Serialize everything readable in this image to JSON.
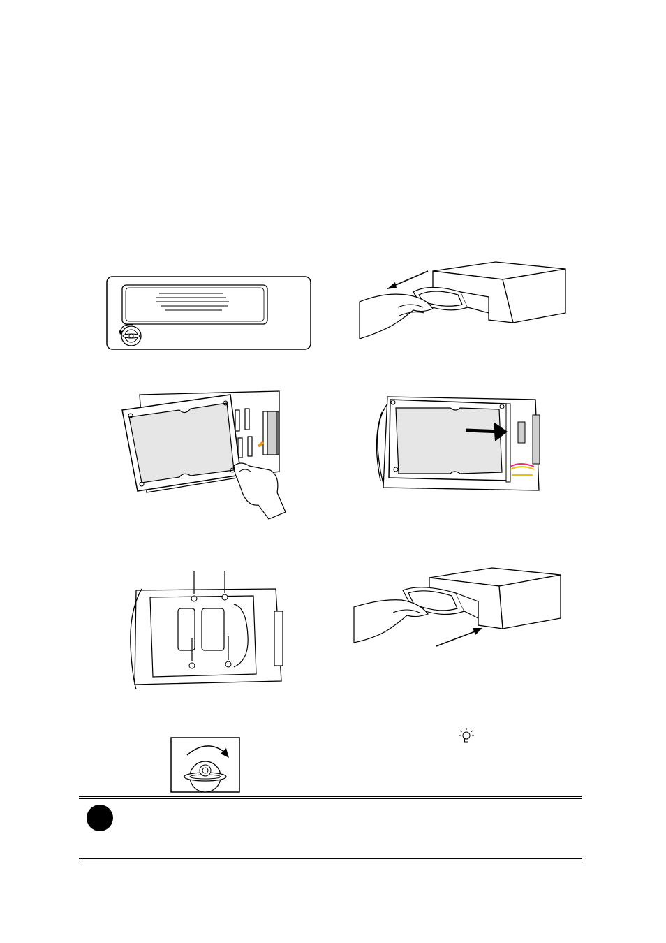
{
  "page": {
    "figures": [
      {
        "name": "step1-front-panel-lock",
        "icon": "key-lock-icon"
      },
      {
        "name": "step2-pull-out-tray",
        "icon": "hand-pull-icon"
      },
      {
        "name": "step3-insert-hdd",
        "icon": "hand-insert-icon"
      },
      {
        "name": "step4-push-hdd-connector",
        "icon": "arrow-right-icon"
      },
      {
        "name": "step5-fasten-screws",
        "icon": "screw-icon"
      },
      {
        "name": "step6-insert-tray",
        "icon": "hand-push-icon"
      },
      {
        "name": "step7-lock-key",
        "icon": "key-rotate-icon"
      }
    ],
    "tip_icon": "lightbulb-icon",
    "note_icon": "note-bullet-icon",
    "colors": {
      "line": "#000000",
      "hdd_fill": "#e6e6e6",
      "cable_red": "#e0307a",
      "cable_yellow": "#f2c200",
      "cable_orange": "#f29a1a"
    }
  }
}
